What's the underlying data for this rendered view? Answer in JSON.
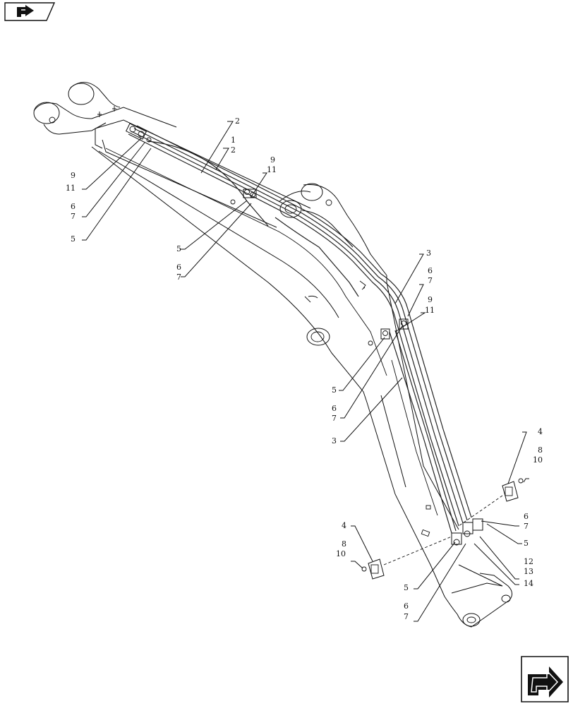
{
  "nav": {
    "prev_icon": "arrow-back-icon",
    "next_icon": "arrow-forward-icon"
  },
  "callouts": [
    {
      "id": "c-2-top",
      "label": "2"
    },
    {
      "id": "c-1",
      "label": "1"
    },
    {
      "id": "c-2",
      "label": "2"
    },
    {
      "id": "c-9-a",
      "label": "9"
    },
    {
      "id": "c-11-a",
      "label": "11"
    },
    {
      "id": "c-6-a",
      "label": "6"
    },
    {
      "id": "c-7-a",
      "label": "7"
    },
    {
      "id": "c-5-a",
      "label": "5"
    },
    {
      "id": "c-9-b",
      "label": "9"
    },
    {
      "id": "c-11-b",
      "label": "11"
    },
    {
      "id": "c-5-b",
      "label": "5"
    },
    {
      "id": "c-6-b",
      "label": "6"
    },
    {
      "id": "c-7-b",
      "label": "7"
    },
    {
      "id": "c-3-a",
      "label": "3"
    },
    {
      "id": "c-6-c",
      "label": "6"
    },
    {
      "id": "c-7-c",
      "label": "7"
    },
    {
      "id": "c-9-c",
      "label": "9"
    },
    {
      "id": "c-11-c",
      "label": "11"
    },
    {
      "id": "c-5-c",
      "label": "5"
    },
    {
      "id": "c-6-d",
      "label": "6"
    },
    {
      "id": "c-7-d",
      "label": "7"
    },
    {
      "id": "c-3-b",
      "label": "3"
    },
    {
      "id": "c-4-a",
      "label": "4"
    },
    {
      "id": "c-8-a",
      "label": "8"
    },
    {
      "id": "c-10-a",
      "label": "10"
    },
    {
      "id": "c-6-e",
      "label": "6"
    },
    {
      "id": "c-7-e",
      "label": "7"
    },
    {
      "id": "c-5-e",
      "label": "5"
    },
    {
      "id": "c-12",
      "label": "12"
    },
    {
      "id": "c-13",
      "label": "13"
    },
    {
      "id": "c-14",
      "label": "14"
    },
    {
      "id": "c-4-b",
      "label": "4"
    },
    {
      "id": "c-8-b",
      "label": "8"
    },
    {
      "id": "c-10-b",
      "label": "10"
    },
    {
      "id": "c-5-f",
      "label": "5"
    },
    {
      "id": "c-6-f",
      "label": "6"
    },
    {
      "id": "c-7-f",
      "label": "7"
    }
  ]
}
